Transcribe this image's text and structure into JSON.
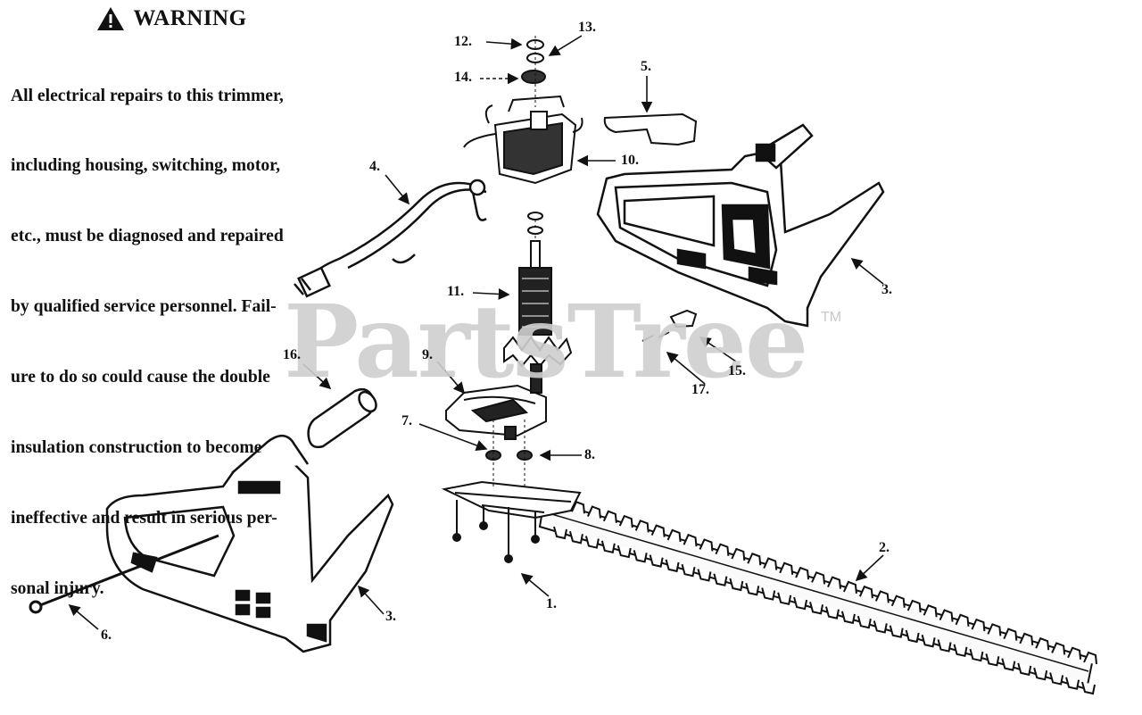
{
  "warning": {
    "title": "WARNING",
    "lines": [
      "All electrical repairs to this trimmer,",
      "including housing, switching, motor,",
      "etc., must be diagnosed and repaired",
      "by qualified service personnel. Fail-",
      "ure to do so could cause the double",
      "insulation construction to become",
      "ineffective and result in serious per-",
      "sonal injury."
    ]
  },
  "watermark": {
    "text": "PartsTree",
    "tm": "TM"
  },
  "callouts": [
    {
      "id": "1",
      "label": "1."
    },
    {
      "id": "2",
      "label": "2."
    },
    {
      "id": "3a",
      "label": "3."
    },
    {
      "id": "3b",
      "label": "3."
    },
    {
      "id": "4",
      "label": "4."
    },
    {
      "id": "5",
      "label": "5."
    },
    {
      "id": "6",
      "label": "6."
    },
    {
      "id": "7",
      "label": "7."
    },
    {
      "id": "8",
      "label": "8."
    },
    {
      "id": "9",
      "label": "9."
    },
    {
      "id": "10",
      "label": "10."
    },
    {
      "id": "11",
      "label": "11."
    },
    {
      "id": "12",
      "label": "12."
    },
    {
      "id": "13",
      "label": "13."
    },
    {
      "id": "14",
      "label": "14."
    },
    {
      "id": "15",
      "label": "15."
    },
    {
      "id": "16",
      "label": "16."
    },
    {
      "id": "17",
      "label": "17."
    }
  ]
}
